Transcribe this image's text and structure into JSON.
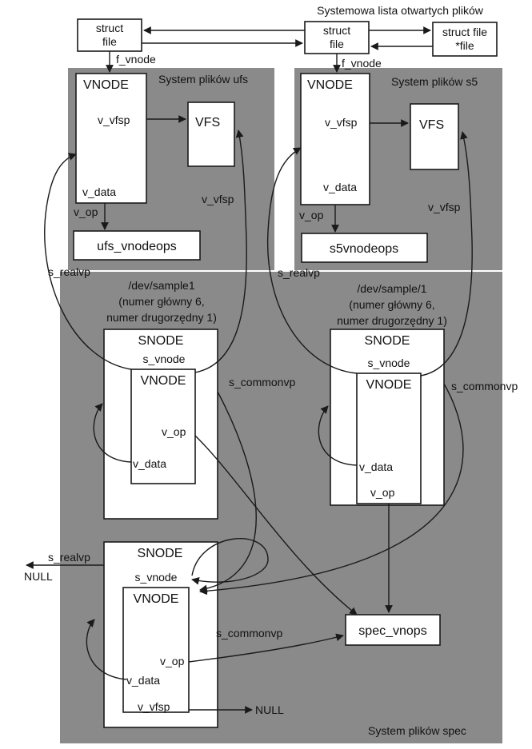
{
  "diagram": {
    "open_file_list_title": "Systemowa lista otwartych plików",
    "struct_file_label_1": "struct",
    "struct_file_label_2": "file",
    "struct_file_ptr_1": "struct file",
    "struct_file_ptr_2": "*file",
    "f_vnode": "f_vnode",
    "fs_ufs": "System plików ufs",
    "fs_s5": "System plików s5",
    "fs_spec": "System plików spec",
    "vnode": "VNODE",
    "snode": "SNODE",
    "vfs": "VFS",
    "v_vfsp": "v_vfsp",
    "v_data": "v_data",
    "v_op": "v_op",
    "s_vnode": "s_vnode",
    "s_realvp": "s_realvp",
    "s_commonvp": "s_commonvp",
    "ufs_vnodeops": "ufs_vnodeops",
    "s5vnodeops": "s5vnodeops",
    "spec_vnops": "spec_vnops",
    "null_label": "NULL",
    "dev1_line1": "/dev/sample1",
    "dev1_line2": "(numer główny 6,",
    "dev1_line3": "numer drugorzędny 1)",
    "dev2_line1": "/dev/sample/1",
    "dev2_line2": "(numer główny 6,",
    "dev2_line3": "numer drugorzędny 1)"
  }
}
